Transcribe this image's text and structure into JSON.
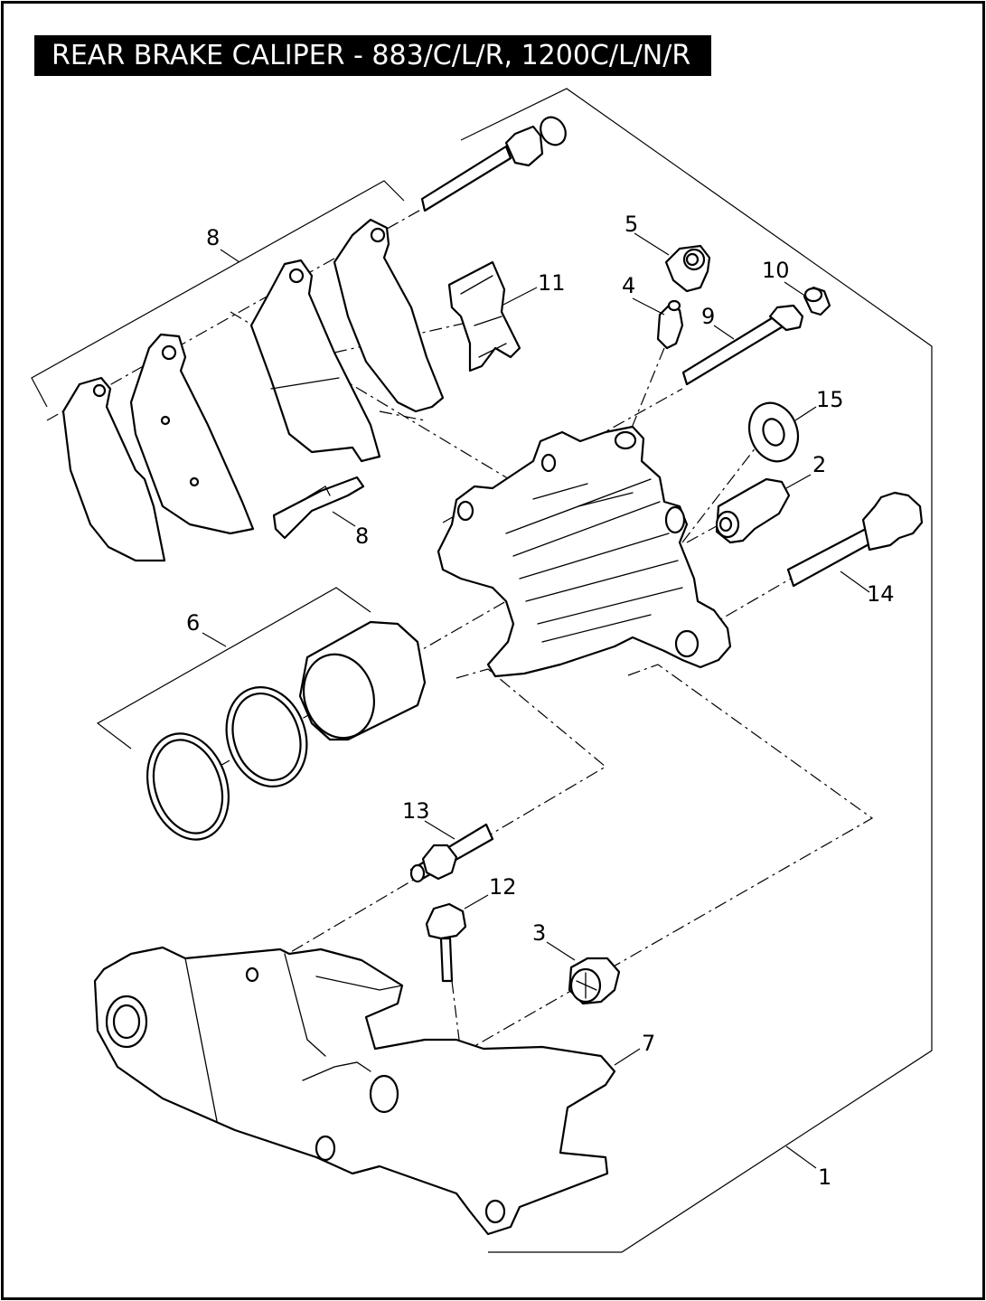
{
  "title": "REAR BRAKE CALIPER - 883/C/L/R, 1200C/L/N/R",
  "callouts": [
    {
      "id": "c8a",
      "label": "8"
    },
    {
      "id": "c8b",
      "label": "8"
    },
    {
      "id": "c11",
      "label": "11"
    },
    {
      "id": "c5",
      "label": "5"
    },
    {
      "id": "c4",
      "label": "4"
    },
    {
      "id": "c10",
      "label": "10"
    },
    {
      "id": "c9",
      "label": "9"
    },
    {
      "id": "c15",
      "label": "15"
    },
    {
      "id": "c2",
      "label": "2"
    },
    {
      "id": "c14",
      "label": "14"
    },
    {
      "id": "c6",
      "label": "6"
    },
    {
      "id": "c13",
      "label": "13"
    },
    {
      "id": "c12",
      "label": "12"
    },
    {
      "id": "c3",
      "label": "3"
    },
    {
      "id": "c7",
      "label": "7"
    },
    {
      "id": "c1",
      "label": "1"
    }
  ]
}
